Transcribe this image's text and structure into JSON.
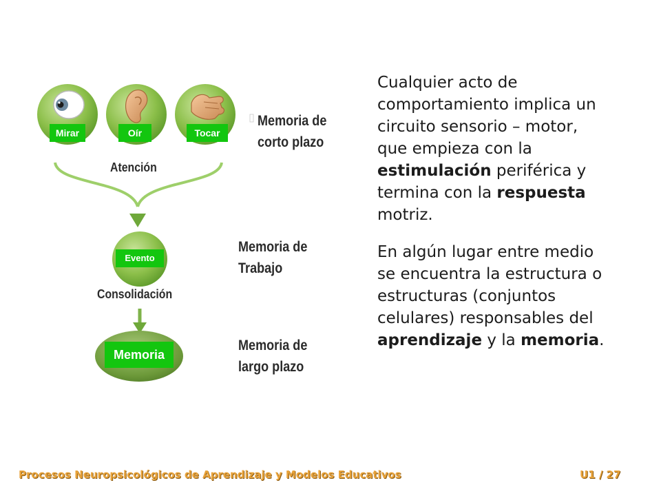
{
  "senses": {
    "mirar": "Mirar",
    "oir": "Oír",
    "tocar": "Tocar"
  },
  "stages": {
    "atencion": "Atención",
    "evento": "Evento",
    "consolidacion": "Consolidación",
    "memoria": "Memoria"
  },
  "memory_types": {
    "corto_line1": "Memoria de",
    "corto_line2": "corto plazo",
    "trabajo_line1": "Memoria de",
    "trabajo_line2": "Trabajo",
    "largo_line1": "Memoria de",
    "largo_line2": "largo plazo"
  },
  "paragraph1": {
    "t1": "Cualquier acto de comportamiento implica un circuito sensorio – motor, que empieza con la ",
    "b1": "estimulación",
    "t2": " periférica y termina con la ",
    "b2": "respuesta",
    "t3": " motriz."
  },
  "paragraph2": {
    "t1": "En algún lugar entre medio se encuentra la estructura o estructuras (conjuntos celulares) responsables del ",
    "b1": "aprendizaje",
    "t2": " y la ",
    "b2": "memoria",
    "t3": "."
  },
  "footer": {
    "course": "Procesos Neuropsicológicos de Aprendizaje y Modelos Educativos",
    "page": "U1 / 27"
  },
  "colors": {
    "label_green": "#13c60f",
    "circle_green": "#8cbf4a",
    "arrow_green": "#6fa83a",
    "footer_orange": "#e8a33b"
  }
}
